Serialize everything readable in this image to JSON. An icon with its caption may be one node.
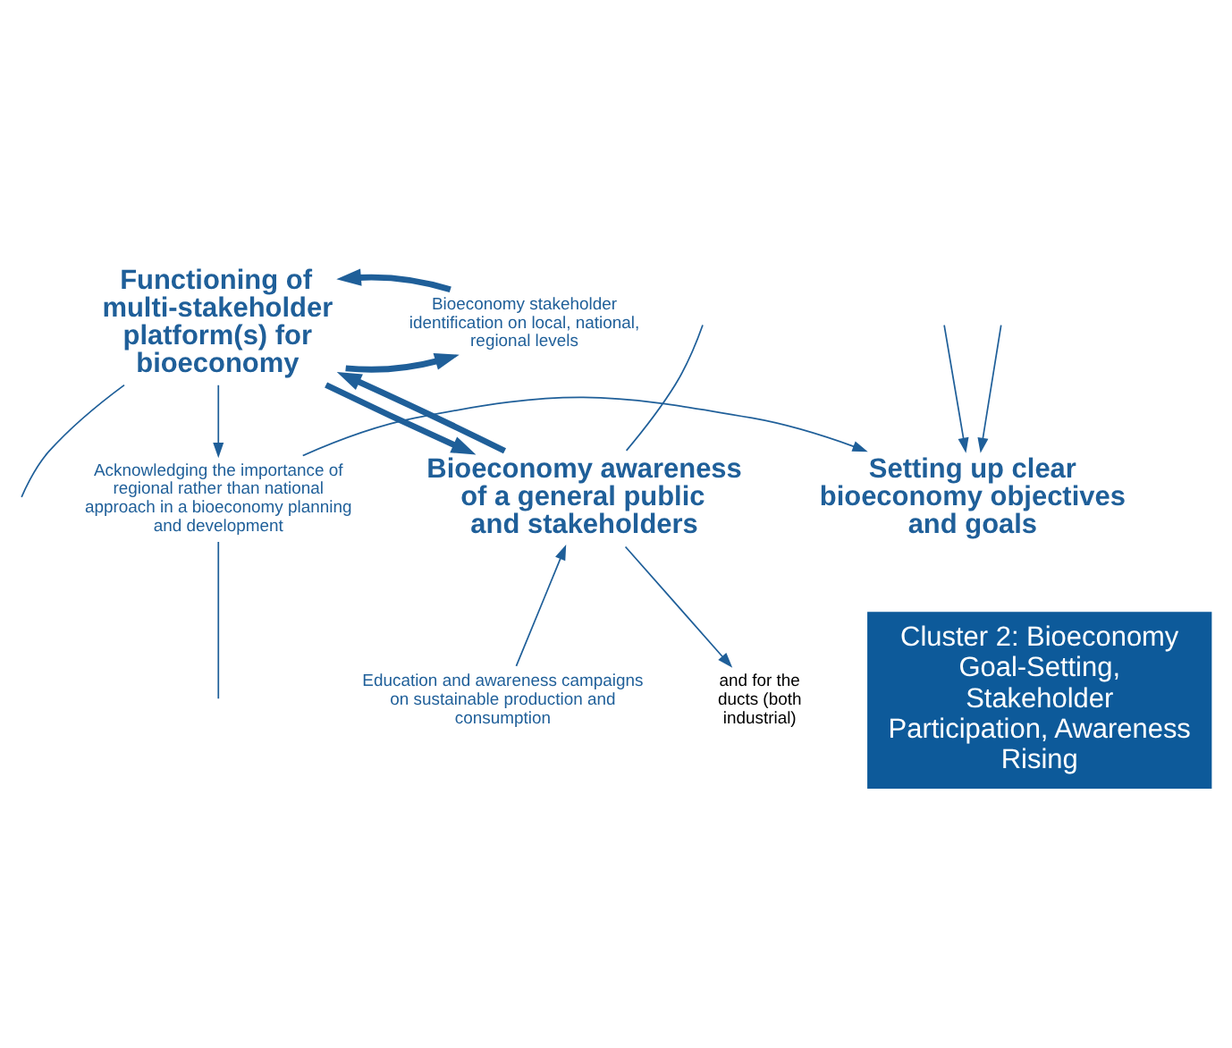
{
  "diagram": {
    "nodes": [
      {
        "text": [
          "Acknowledging the importance of regional rather than national approach in a bioeconomy planning and development"
        ]
      },
      {
        "text": [
          "Setting up clear bioeconomy objectives and goals"
        ]
      },
      {
        "text": [
          "Functioning of multi-stakeholder platform(s) for bioeconomy"
        ]
      },
      {
        "text": [
          "Bioeconomy stakeholder identification on local, national, regional levels"
        ]
      },
      {
        "text": [
          "Bioeconomy awareness of a general public and stakeholders"
        ]
      },
      {
        "text": [
          "and for the ducts (both industrial)"
        ]
      },
      {
        "text": [
          "Education and awareness campaigns on sustainable production and consumption"
        ]
      },
      {
        "text": [
          "Cluster 2: Bioeconomy Goal-Setting, Stakeholder Participation, Awareness Rising"
        ]
      }
    ],
    "edges": [
      {
        "from": 0,
        "to": null,
        "arrow": "none"
      },
      {
        "from": 2,
        "to": 0,
        "arrow": "to"
      },
      {
        "from": 0,
        "to": 1,
        "arrow": "to"
      },
      {
        "from": null,
        "to": 1,
        "arrow": "to"
      },
      {
        "from": null,
        "to": 1,
        "arrow": "to"
      },
      {
        "from": 2,
        "to": 3,
        "arrow": "to",
        "style": "thick"
      },
      {
        "from": 3,
        "to": 2,
        "arrow": "to",
        "style": "thick"
      },
      {
        "from": 2,
        "to": 4,
        "arrow": "to",
        "style": "thick"
      },
      {
        "from": 4,
        "to": 2,
        "arrow": "to",
        "style": "thick"
      },
      {
        "from": 2,
        "to": null,
        "arrow": "none"
      },
      {
        "from": null,
        "to": 4,
        "arrow": "none"
      },
      {
        "from": 4,
        "to": 5,
        "arrow": "to"
      },
      {
        "from": 6,
        "to": 4,
        "arrow": "to"
      }
    ]
  }
}
